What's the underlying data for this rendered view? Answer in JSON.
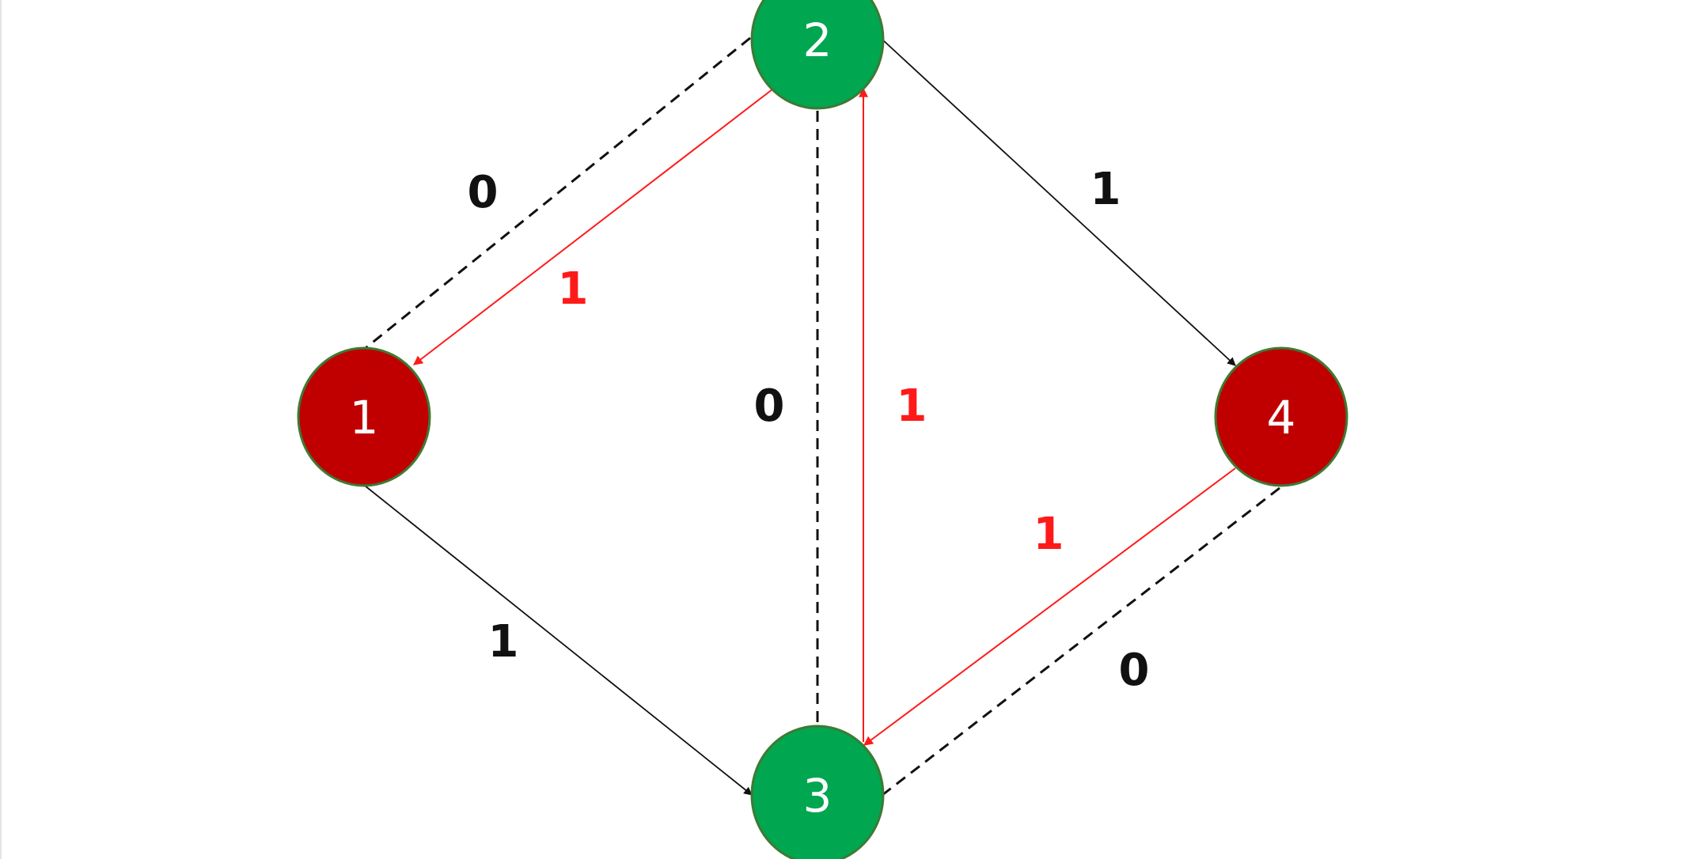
{
  "colors": {
    "red_node": "#C00000",
    "green_node": "#00A650",
    "node_border": "#3E7A34",
    "highlight": "#FF1A1A",
    "edge": "#111111"
  },
  "nodes": [
    {
      "id": "1",
      "label": "1",
      "color": "red"
    },
    {
      "id": "2",
      "label": "2",
      "color": "green"
    },
    {
      "id": "3",
      "label": "3",
      "color": "green"
    },
    {
      "id": "4",
      "label": "4",
      "color": "red"
    }
  ],
  "edges": [
    {
      "from": "2",
      "to": "1",
      "style": "dashed",
      "directed": false,
      "label": "0"
    },
    {
      "from": "2",
      "to": "1",
      "style": "solid-red",
      "directed": true,
      "label": "1"
    },
    {
      "from": "2",
      "to": "3",
      "style": "dashed",
      "directed": false,
      "label": "0"
    },
    {
      "from": "3",
      "to": "2",
      "style": "solid-red",
      "directed": true,
      "label": "1"
    },
    {
      "from": "2",
      "to": "4",
      "style": "solid",
      "directed": true,
      "label": "1"
    },
    {
      "from": "1",
      "to": "3",
      "style": "solid",
      "directed": true,
      "label": "1"
    },
    {
      "from": "4",
      "to": "3",
      "style": "solid-red",
      "directed": true,
      "label": "1"
    },
    {
      "from": "4",
      "to": "3",
      "style": "dashed",
      "directed": false,
      "label": "0"
    }
  ]
}
